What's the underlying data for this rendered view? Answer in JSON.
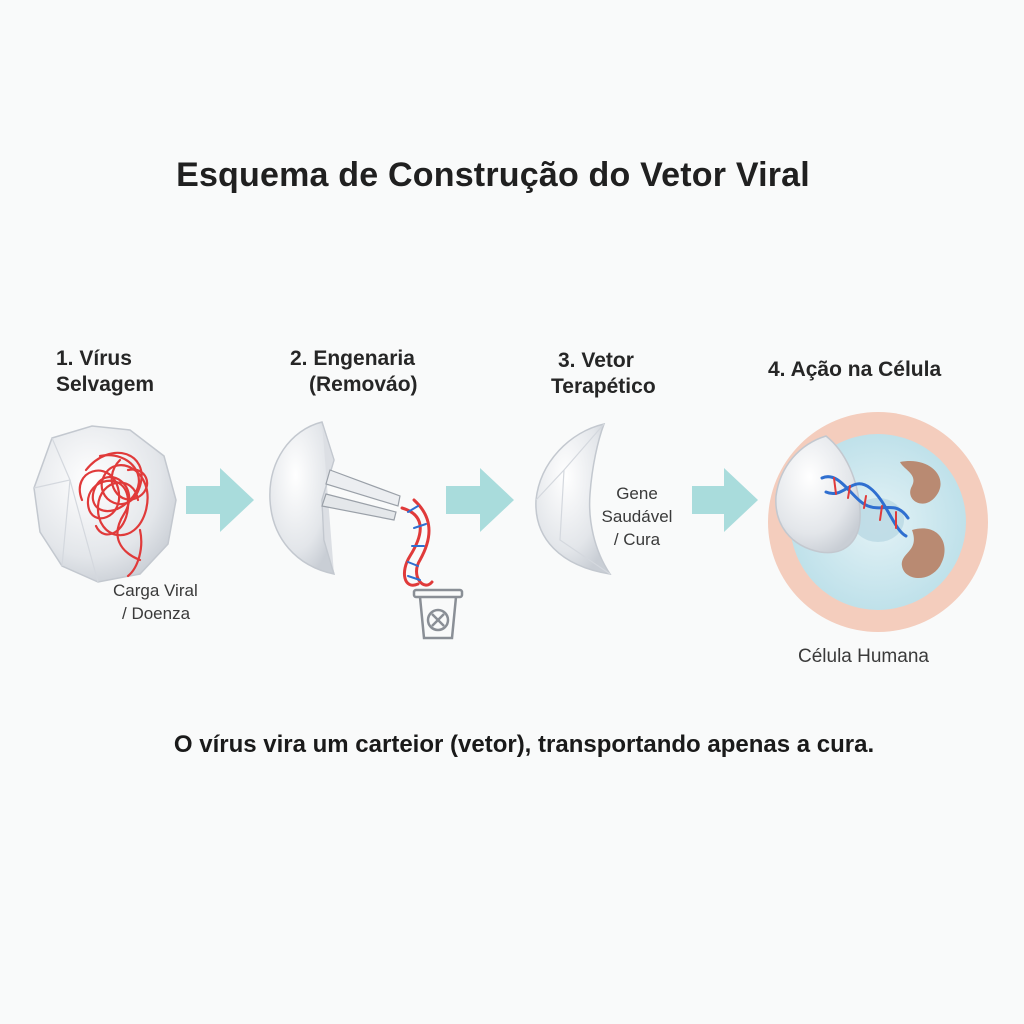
{
  "title": "Esquema de Construção do Vetor Viral",
  "steps": [
    {
      "line1": "1. Vírus",
      "line2": "Selvagem"
    },
    {
      "line1": "2. Engenaria",
      "line2": "(Remováo)"
    },
    {
      "line1": "3. Vetor",
      "line2": "Terapético"
    },
    {
      "line1": "4. Ação na Célula",
      "line2": ""
    }
  ],
  "notes": {
    "viral_load": {
      "line1": "Carga Viral",
      "line2": "/ Doenza"
    },
    "healthy_gene": {
      "line1": "Gene",
      "line2": "Saudável",
      "line3": "/ Cura"
    },
    "human_cell": "Célula Humana"
  },
  "caption": "O vírus vira um carteior (vetor), transportando apenas a cura.",
  "colors": {
    "arrow": "#a9dcdc",
    "viral_dna": "#e03a3a",
    "therapeutic_dna": "#2f6fd0",
    "capsid": "#e6e8ec",
    "cell_membrane": "#f3c8b8",
    "cytoplasm": "#cfe9ef",
    "organelle": "#b98a72"
  },
  "icons": [
    "capsid-icon",
    "tweezers-icon",
    "trash-icon",
    "dna-icon",
    "cell-icon",
    "arrow-right-icon"
  ]
}
